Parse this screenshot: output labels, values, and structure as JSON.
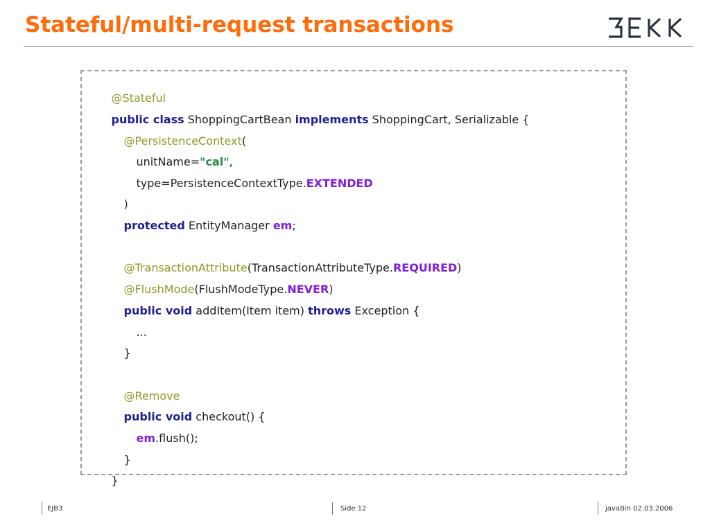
{
  "slide": {
    "title": "Stateful/multi-request transactions",
    "logo_text": "BEKK"
  },
  "code": {
    "l01": [
      "@Stateful"
    ],
    "l02": [
      "public class",
      " ShoppingCartBean ",
      "implements",
      " ShoppingCart, Serializable {"
    ],
    "l03": [
      "@PersistenceContext",
      "("
    ],
    "l04": [
      "unitName=",
      "\"cal\"",
      ","
    ],
    "l05": [
      "type=PersistenceContextType.",
      "EXTENDED"
    ],
    "l06": [
      ")"
    ],
    "l07": [
      "protected",
      " EntityManager ",
      "em",
      ";"
    ],
    "l08": [
      "@TransactionAttribute",
      "(TransactionAttributeType.",
      "REQUIRED",
      ")"
    ],
    "l09": [
      "@FlushMode",
      "(FlushModeType.",
      "NEVER",
      ")"
    ],
    "l10": [
      "public void",
      " addItem(Item item) ",
      "throws",
      " Exception {"
    ],
    "l11": [
      "..."
    ],
    "l12": [
      "}"
    ],
    "l13": [
      "@Remove"
    ],
    "l14": [
      "public void",
      " checkout() {"
    ],
    "l15": [
      "em",
      ".flush();"
    ],
    "l16": [
      "}"
    ],
    "l17": [
      "}"
    ]
  },
  "footer": {
    "left": "EJB3",
    "center": "Side 12",
    "right": "javaBin 02.03.2006"
  },
  "colors": {
    "title": "#ff6c0c",
    "keyword": "#1f1f8e",
    "annotation": "#8c9a28",
    "string": "#2a8a4a",
    "constant": "#7f1fd6"
  }
}
